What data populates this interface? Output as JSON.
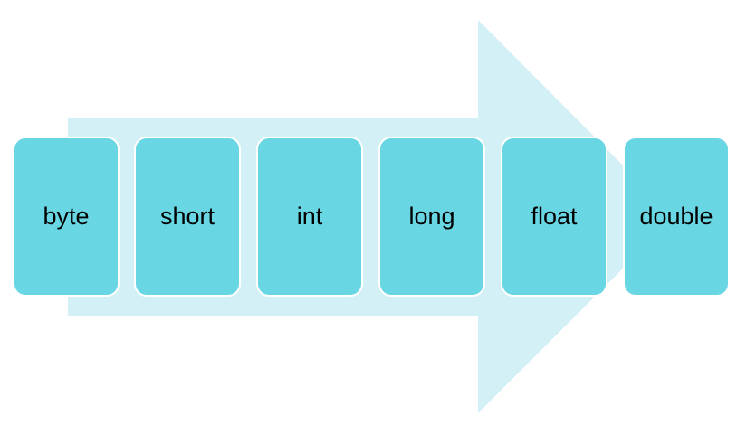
{
  "colors": {
    "arrow_fill": "#d2f0f5",
    "box_fill": "#69d6e4",
    "box_border": "#ffffff",
    "text": "#000000"
  },
  "arrow": {
    "direction": "right"
  },
  "steps": [
    {
      "label": "byte"
    },
    {
      "label": "short"
    },
    {
      "label": "int"
    },
    {
      "label": "long"
    },
    {
      "label": "float"
    },
    {
      "label": "double"
    }
  ]
}
